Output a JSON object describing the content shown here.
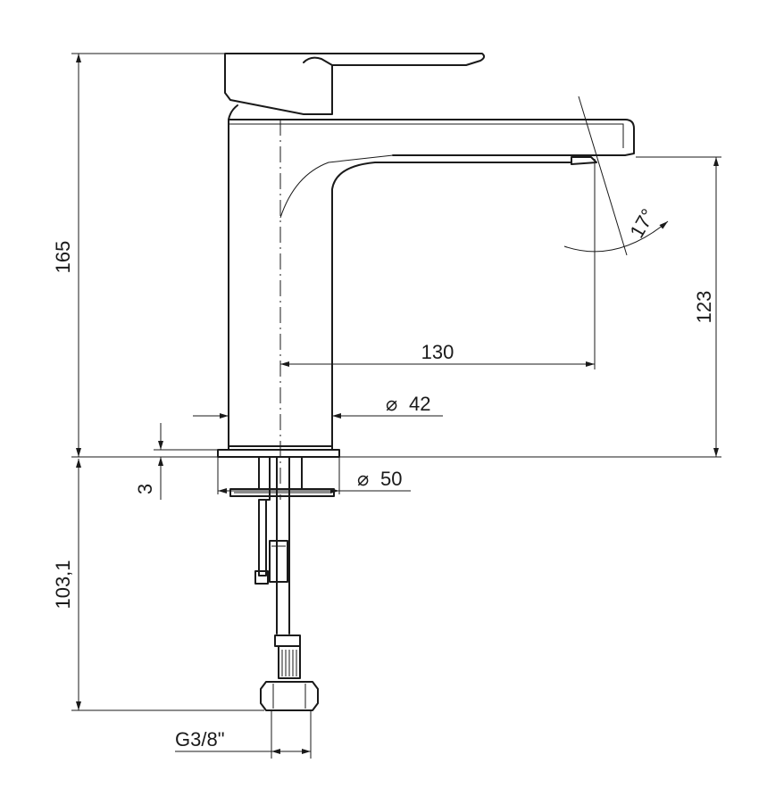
{
  "drawing": {
    "dimensions": {
      "total_height": "165",
      "spout_height": "123",
      "spout_reach": "130",
      "body_diameter": "42",
      "base_diameter": "50",
      "base_thickness": "3",
      "hose_length": "103,1",
      "connection_thread": "G3/8\"",
      "spout_angle": "17°"
    },
    "diameter_symbol": "⌀"
  }
}
